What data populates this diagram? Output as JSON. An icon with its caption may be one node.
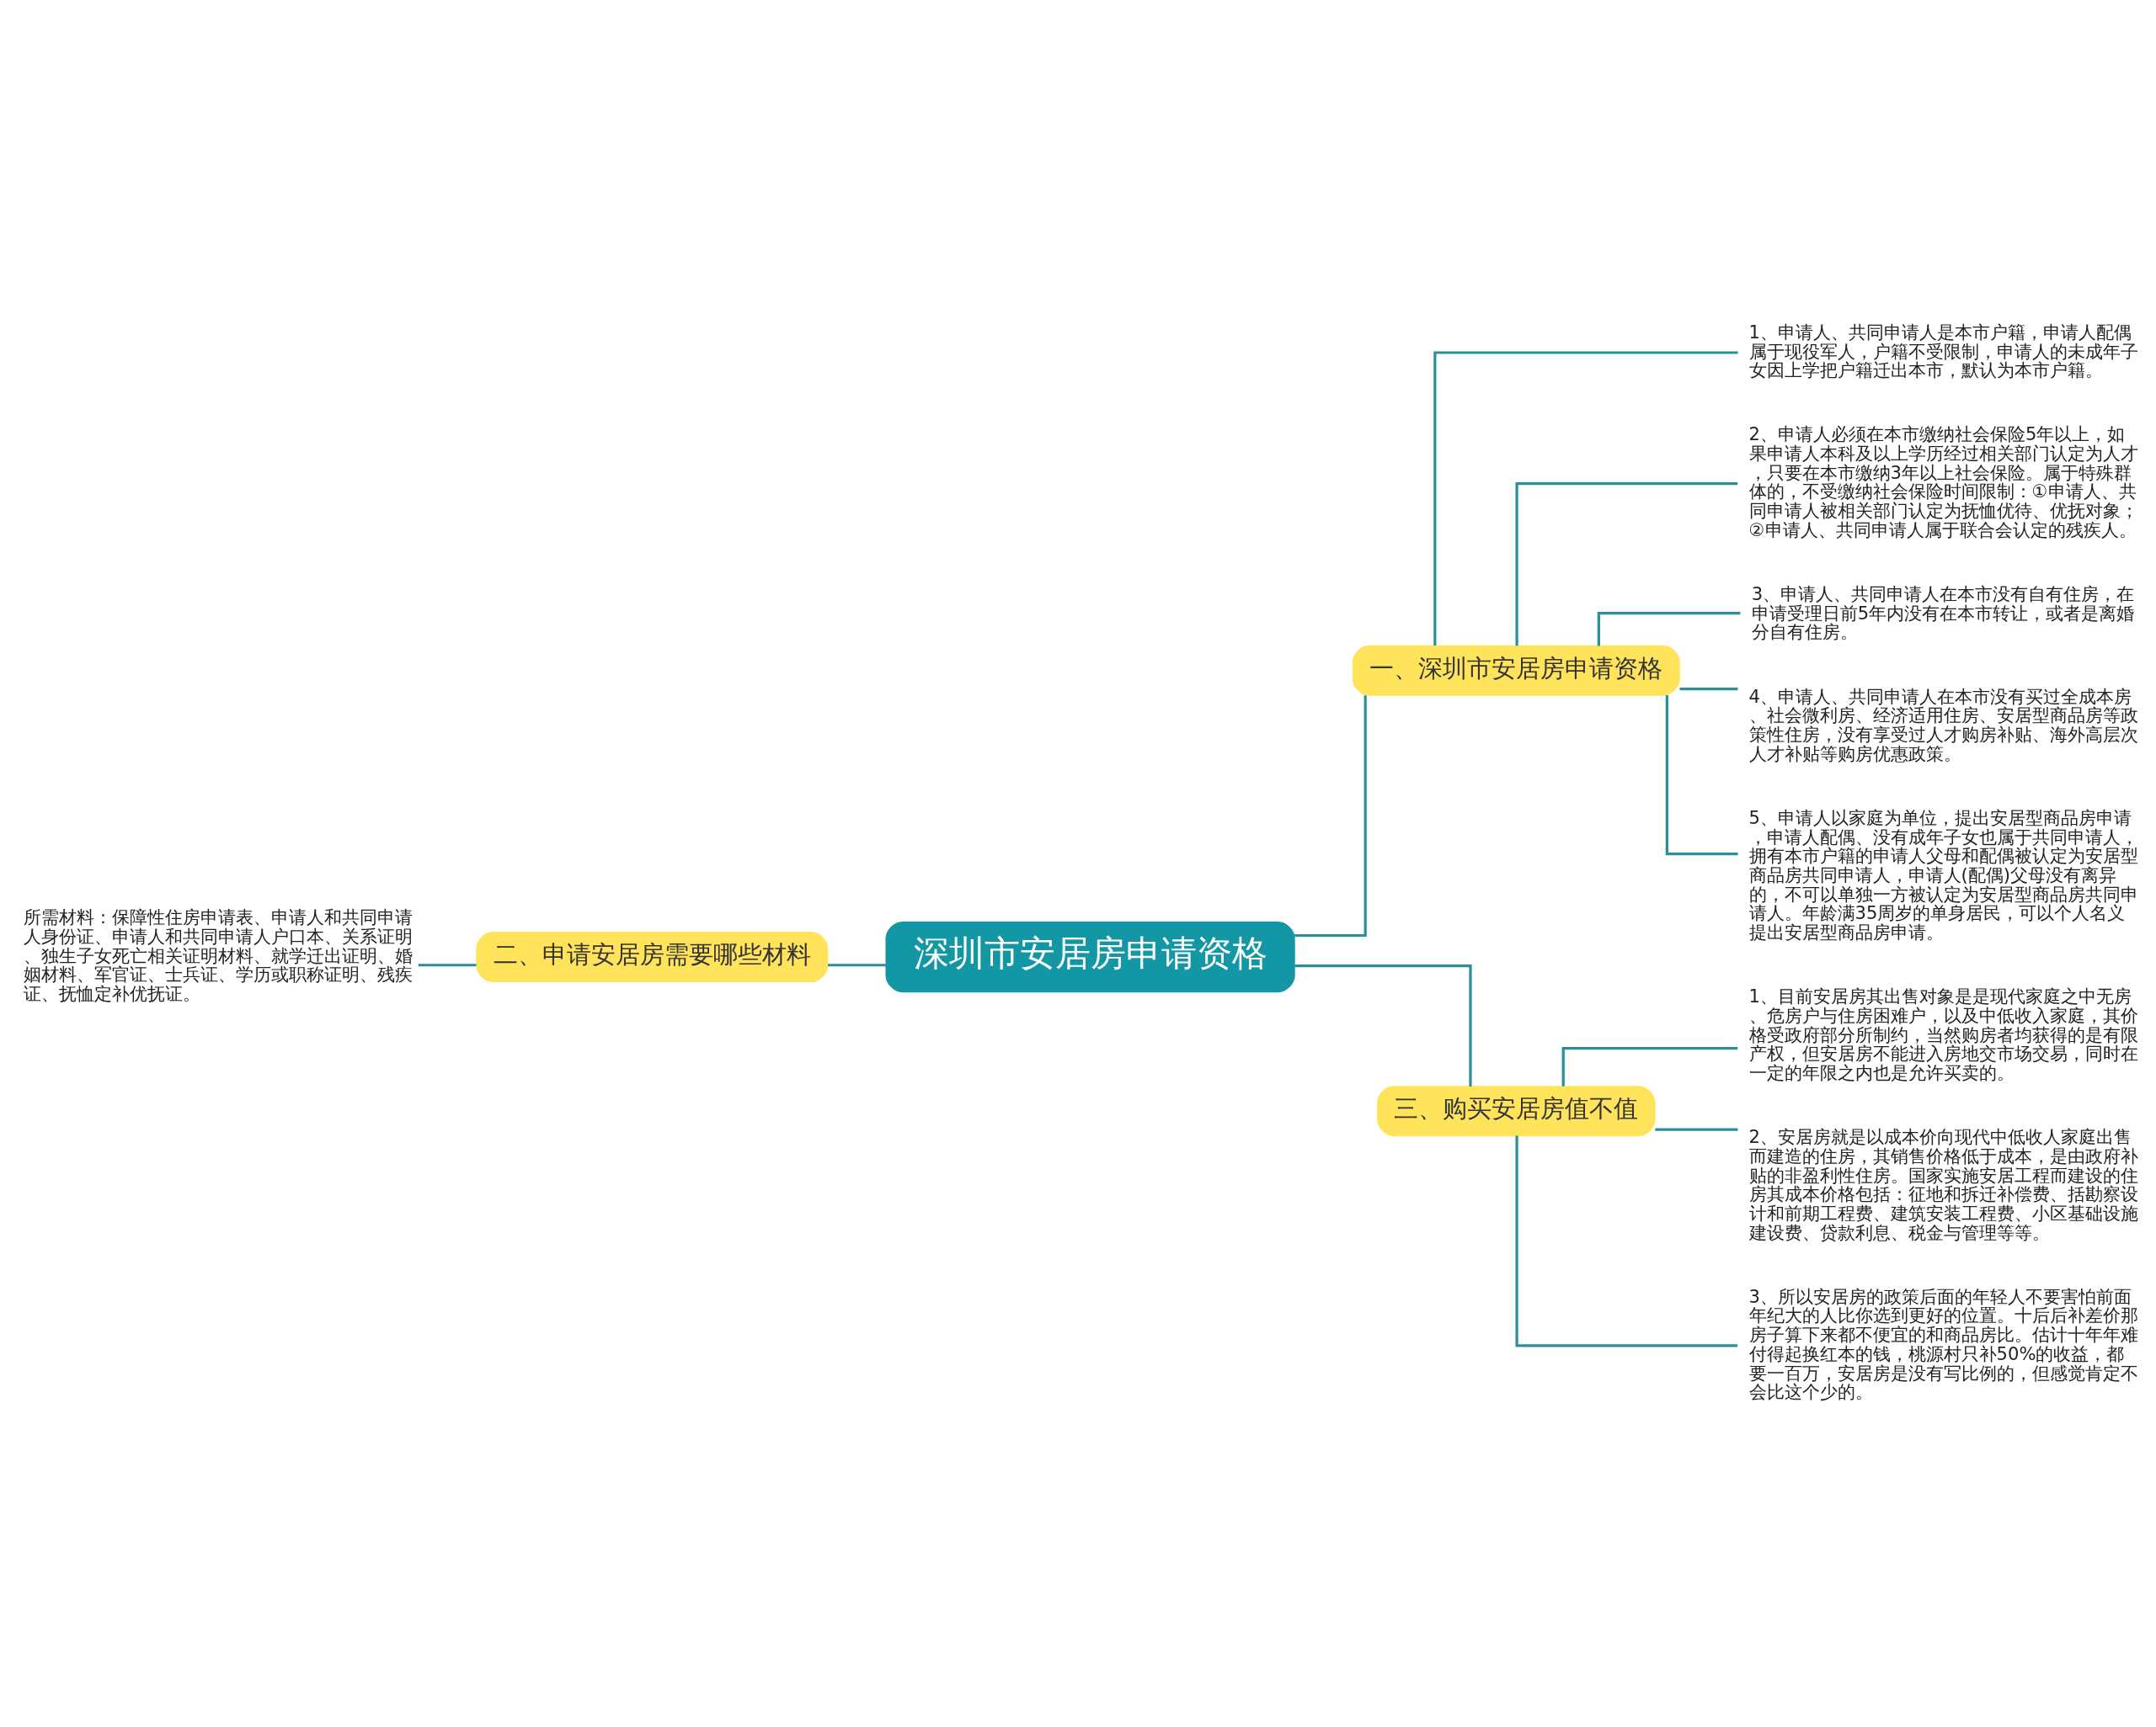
{
  "diagram": {
    "nodes": [
      {
        "text": [
          "深圳市安居房申请资格"
        ]
      },
      {
        "text": [
          "一、深圳市安居房申请资格"
        ]
      },
      {
        "text": [
          "1、申请人、共同申请人是本市户籍，申请人配偶属于现役军人，户籍不受限制，申请人的未成年子女因上学把户籍迁出本市，默认为本市户籍。"
        ]
      },
      {
        "text": [
          "2、申请人必须在本市缴纳社会保险5年以上，如果申请人本科及以上学历经过相关部门认定为人才，只要在本市缴纳3年以上社会保险。属于特殊群体的，不受缴纳社会保险时间限制：①申请人、共同申请人被相关部门认定为抚恤优待、优抚对象；②申请人、共同申请人属于联合会认定的残疾人。"
        ]
      },
      {
        "text": [
          "3、申请人、共同申请人在本市没有自有住房，在申请受理日前5年内没有在本市转让，或者是离婚分自有住房。"
        ]
      },
      {
        "text": [
          "4、申请人、共同申请人在本市没有买过全成本房、社会微利房、经济适用住房、安居型商品房等政策性住房，没有享受过人才购房补贴、海外高层次人才补贴等购房优惠政策。"
        ]
      },
      {
        "text": [
          "5、申请人以家庭为单位，提出安居型商品房申请，申请人配偶、没有成年子女也属于共同申请人，拥有本市户籍的申请人父母和配偶被认定为安居型商品房共同申请人，申请人(配偶)父母没有离异的，不可以单独一方被认定为安居型商品房共同申请人。年龄满35周岁的单身居民，可以个人名义提出安居型商品房申请。"
        ]
      },
      {
        "text": [
          "二、申请安居房需要哪些材料"
        ]
      },
      {
        "text": [
          "所需材料：保障性住房申请表、申请人和共同申请人身份证、申请人和共同申请人户口本、关系证明、独生子女死亡相关证明材料、就学迁出证明、婚姻材料、军官证、士兵证、学历或职称证明、残疾证、抚恤定补优抚证。"
        ]
      },
      {
        "text": [
          "三、购买安居房值不值"
        ]
      },
      {
        "text": [
          "1、目前安居房其出售对象是是现代家庭之中无房、危房户与住房困难户，以及中低收入家庭，其价格受政府部分所制约，当然购房者均获得的是有限产权，但安居房不能进入房地交市场交易，同时在一定的年限之内也是允许买卖的。"
        ]
      },
      {
        "text": [
          "2、安居房就是以成本价向现代中低收人家庭出售而建造的住房，其销售价格低于成本，是由政府补贴的非盈利性住房。国家实施安居工程而建设的住房其成本价格包括：征地和拆迁补偿费、括勘察设计和前期工程费、建筑安装工程费、小区基础设施建设费、贷款利息、税金与管理等等。"
        ]
      },
      {
        "text": [
          "3、所以安居房的政策后面的年轻人不要害怕前面年纪大的人比你选到更好的位置。十后后补差价那房子算下来都不便宜的和商品房比。估计十年年难付得起换红本的钱，桃源村只补50%的收益，都要一百万，安居房是没有写比例的，但感觉肯定不会比这个少的。"
        ]
      }
    ],
    "edges": [
      {
        "from": 0,
        "to": 1,
        "arrow": "none"
      },
      {
        "from": 1,
        "to": 2,
        "arrow": "none"
      },
      {
        "from": 1,
        "to": 3,
        "arrow": "none"
      },
      {
        "from": 1,
        "to": 4,
        "arrow": "none"
      },
      {
        "from": 1,
        "to": 5,
        "arrow": "none"
      },
      {
        "from": 1,
        "to": 6,
        "arrow": "none"
      },
      {
        "from": 0,
        "to": 7,
        "arrow": "none"
      },
      {
        "from": 7,
        "to": 8,
        "arrow": "none"
      },
      {
        "from": 0,
        "to": 9,
        "arrow": "none"
      },
      {
        "from": 9,
        "to": 10,
        "arrow": "none"
      },
      {
        "from": 9,
        "to": 11,
        "arrow": "none"
      },
      {
        "from": 9,
        "to": 12,
        "arrow": "none"
      }
    ]
  }
}
